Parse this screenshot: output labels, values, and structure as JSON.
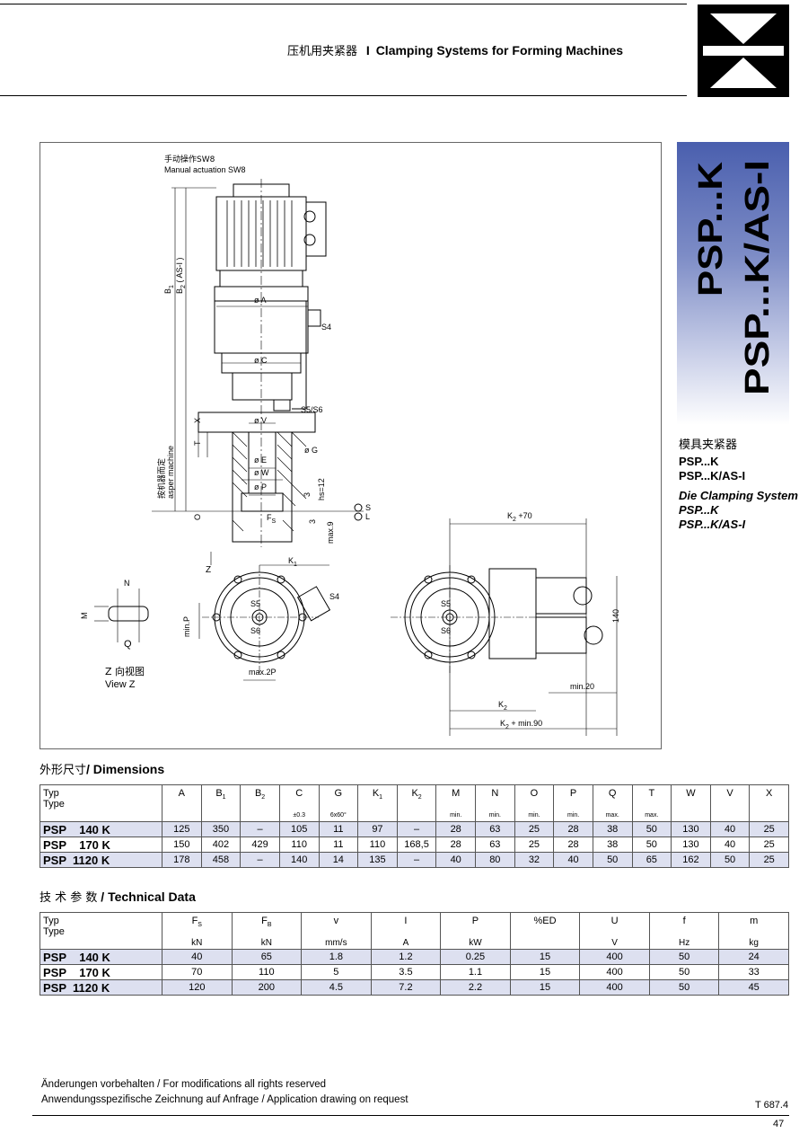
{
  "header": {
    "title_cn": "压机用夹紧器",
    "separator": "I",
    "title_en": "Clamping Systems for Forming Machines"
  },
  "band": {
    "line1": "PSP...K",
    "line2": "PSP...K/AS-I"
  },
  "right_titles": {
    "cn": "模具夹紧器",
    "l1": "PSP...K",
    "l2": "PSP...K/AS-I",
    "en_title": "Die Clamping System",
    "l3": "PSP...K",
    "l4": "PSP...K/AS-I"
  },
  "drawing": {
    "manual_cn": "手动操作SW8",
    "manual_en": "Manual actuation SW8",
    "b1": "B",
    "b1_sub": "1",
    "b2": "B",
    "b2_sub": "2",
    "b2_note": "( AS-I )",
    "dia_a": "ø A",
    "dia_c": "ø C",
    "dia_v": "ø V",
    "dia_g": "ø G",
    "dia_e": "ø E",
    "dia_w": "ø W",
    "dia_p": "ø P",
    "s4": "S4",
    "s5s6": "S5/S6",
    "x": "X",
    "t": "T",
    "o": "O",
    "machine_cn": "按机器而定",
    "machine_en": "asper machine",
    "hs": "hs=12",
    "three_a": "3",
    "three_b": "3",
    "max9": "max.9",
    "fs": "F",
    "fs_sub": "S",
    "s_label": "S",
    "l_label": "L",
    "z": "Z",
    "k1": "K",
    "k1_sub": "1",
    "n": "N",
    "m": "M",
    "q": "Q",
    "view_cn": "Z 向视图",
    "view_en": "View Z",
    "minp": "min.P",
    "s5": "S5",
    "s6": "S6",
    "max2p": "max.2P",
    "k2_70": "K",
    "k2_70_sub": "2",
    "k2_70_rest": " +70",
    "d140": "140",
    "min20": "min.20",
    "k2": "K",
    "k2_sub": "2",
    "k2_90": "K",
    "k2_90_sub": "2",
    "k2_90_rest": " + min.90"
  },
  "dimensions": {
    "title_cn": "外形尺寸",
    "title_en": "/ Dimensions",
    "type_label_1": "Typ",
    "type_label_2": "Type",
    "columns": [
      {
        "label": "A",
        "sub": "",
        "note": ""
      },
      {
        "label": "B",
        "sub": "1",
        "note": ""
      },
      {
        "label": "B",
        "sub": "2",
        "note": ""
      },
      {
        "label": "C",
        "sub": "",
        "note": "±0.3"
      },
      {
        "label": "G",
        "sub": "",
        "note": "6x60°"
      },
      {
        "label": "K",
        "sub": "1",
        "note": ""
      },
      {
        "label": "K",
        "sub": "2",
        "note": ""
      },
      {
        "label": "M",
        "sub": "",
        "note": "min."
      },
      {
        "label": "N",
        "sub": "",
        "note": "min."
      },
      {
        "label": "O",
        "sub": "",
        "note": "min."
      },
      {
        "label": "P",
        "sub": "",
        "note": "min."
      },
      {
        "label": "Q",
        "sub": "",
        "note": "max."
      },
      {
        "label": "T",
        "sub": "",
        "note": "max."
      },
      {
        "label": "W",
        "sub": "",
        "note": ""
      },
      {
        "label": "V",
        "sub": "",
        "note": ""
      },
      {
        "label": "X",
        "sub": "",
        "note": ""
      }
    ],
    "rows": [
      {
        "name": "PSP    140 K",
        "values": [
          "125",
          "350",
          "–",
          "105",
          "11",
          "97",
          "–",
          "28",
          "63",
          "25",
          "28",
          "38",
          "50",
          "130",
          "40",
          "25"
        ]
      },
      {
        "name": "PSP    170 K",
        "values": [
          "150",
          "402",
          "429",
          "110",
          "11",
          "110",
          "168,5",
          "28",
          "63",
          "25",
          "28",
          "38",
          "50",
          "130",
          "40",
          "25"
        ]
      },
      {
        "name": "PSP  1120 K",
        "values": [
          "178",
          "458",
          "–",
          "140",
          "14",
          "135",
          "–",
          "40",
          "80",
          "32",
          "40",
          "50",
          "65",
          "162",
          "50",
          "25"
        ]
      }
    ]
  },
  "technical": {
    "title_cn": "技  术  参  数",
    "title_en": "/ Technical Data",
    "type_label_1": "Typ",
    "type_label_2": "Type",
    "columns": [
      {
        "label": "F",
        "sub": "S",
        "unit": "kN"
      },
      {
        "label": "F",
        "sub": "B",
        "unit": "kN"
      },
      {
        "label": "v",
        "sub": "",
        "unit": "mm/s"
      },
      {
        "label": "I",
        "sub": "",
        "unit": "A"
      },
      {
        "label": "P",
        "sub": "",
        "unit": "kW"
      },
      {
        "label": "%ED",
        "sub": "",
        "unit": ""
      },
      {
        "label": "U",
        "sub": "",
        "unit": "V"
      },
      {
        "label": "f",
        "sub": "",
        "unit": "Hz"
      },
      {
        "label": "m",
        "sub": "",
        "unit": "kg"
      }
    ],
    "rows": [
      {
        "name": "PSP    140 K",
        "values": [
          "40",
          "65",
          "1.8",
          "1.2",
          "0.25",
          "15",
          "400",
          "50",
          "24"
        ]
      },
      {
        "name": "PSP    170 K",
        "values": [
          "70",
          "110",
          "5",
          "3.5",
          "1.1",
          "15",
          "400",
          "50",
          "33"
        ]
      },
      {
        "name": "PSP  1120 K",
        "values": [
          "120",
          "200",
          "4.5",
          "7.2",
          "2.2",
          "15",
          "400",
          "50",
          "45"
        ]
      }
    ]
  },
  "footer": {
    "line1": "Änderungen vorbehalten / For modifications all rights reserved",
    "line2": "Anwendungsspezifische Zeichnung auf Anfrage / Application drawing on request",
    "doc_no": "T 687.4",
    "page": "47"
  }
}
